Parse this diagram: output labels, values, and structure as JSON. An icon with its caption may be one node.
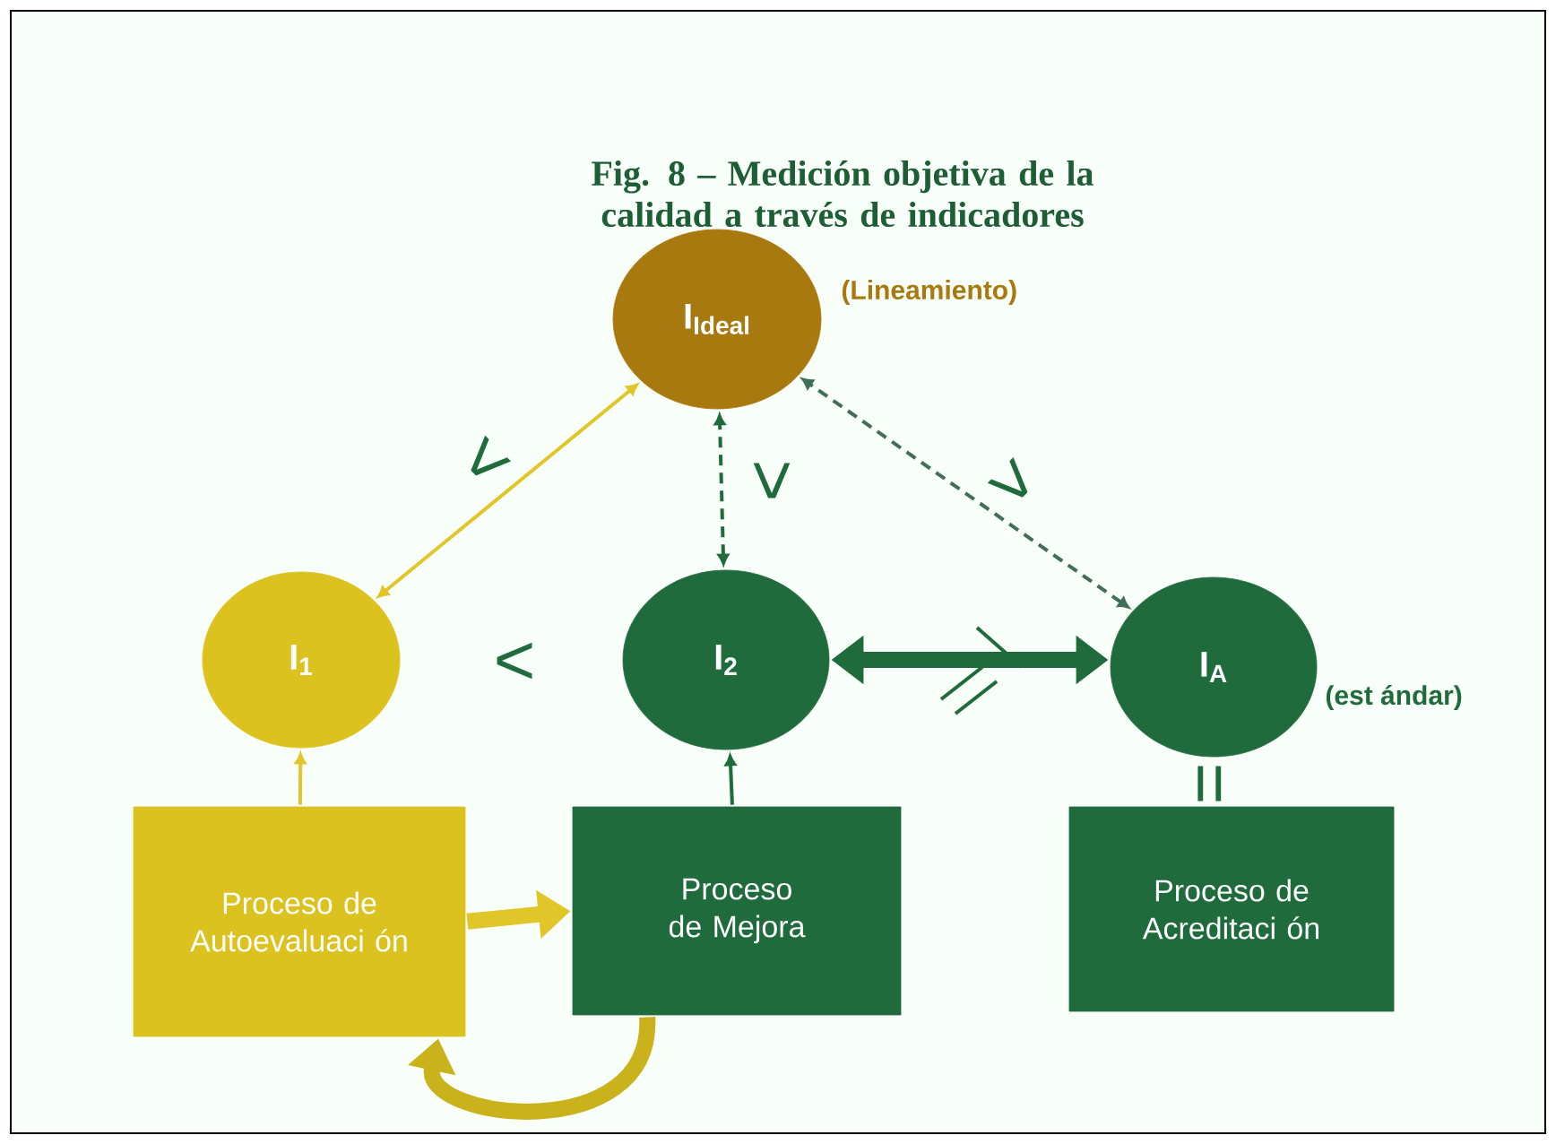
{
  "diagram": {
    "title": "Fig. 8 – Medición objetiva de la calidad a través de indicadores",
    "nodes": [
      {
        "text": [
          "I$_{Ideal}$"
        ],
        "beside": [
          "(Lineamiento)"
        ]
      },
      {
        "text": [
          "I$_{1}$"
        ]
      },
      {
        "text": [
          "I$_{2}$"
        ]
      },
      {
        "text": [
          "I$_{A}$"
        ],
        "beside": [
          "(est ándar)"
        ]
      },
      {
        "text": [
          "Proceso de Autoevaluaci ón"
        ]
      },
      {
        "text": [
          "Proceso de Mejora"
        ]
      },
      {
        "text": [
          "Proceso de Acreditaci ón"
        ]
      }
    ],
    "edges": [
      {
        "from": 1,
        "to": 0,
        "arrow": "both",
        "color": "#e0c628"
      },
      {
        "from": 2,
        "to": 0,
        "arrow": "both",
        "style": "dashed",
        "color": "#1f6b3c"
      },
      {
        "from": 3,
        "to": 0,
        "arrow": "both",
        "style": "dashed",
        "color": "#3f6e5a"
      },
      {
        "from": 4,
        "to": 1,
        "arrow": "to",
        "color": "#e0c628"
      },
      {
        "from": 5,
        "to": 2,
        "arrow": "to",
        "color": "#1f6b3c"
      },
      {
        "from": 4,
        "to": 5,
        "arrow": "to",
        "style": "thick",
        "color": "#e0c628"
      },
      {
        "from": 2,
        "to": 3,
        "arrow": "both",
        "style": "thick",
        "color": "#1f6b3c"
      },
      {
        "from": 5,
        "to": 4,
        "arrow": "to",
        "style": "thick",
        "color": "#c9b21c"
      }
    ],
    "labels": [
      "<",
      "<",
      "<",
      "<",
      "="
    ]
  }
}
